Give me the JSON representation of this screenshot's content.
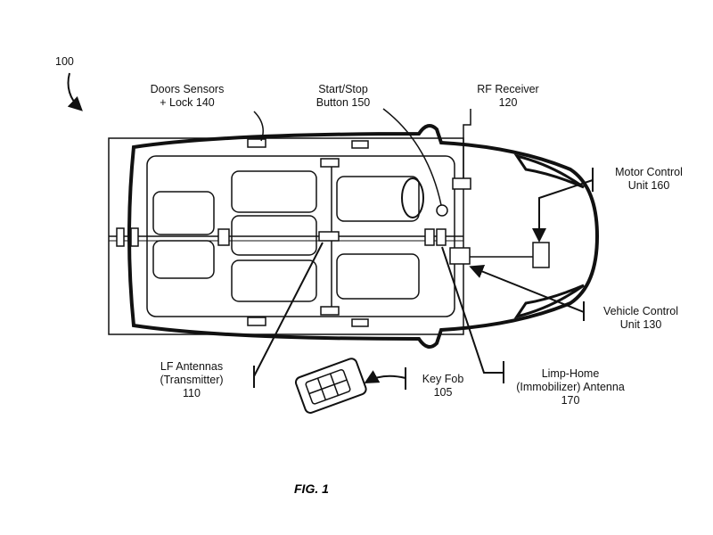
{
  "figure_ref": "100",
  "figure_caption": "FIG. 1",
  "labels": {
    "doors": {
      "line1": "Doors Sensors",
      "line2": "+ Lock 140"
    },
    "start_stop": {
      "line1": "Start/Stop",
      "line2": "Button 150"
    },
    "rf": {
      "line1": "RF Receiver",
      "line2": "120"
    },
    "motor": {
      "line1": "Motor Control",
      "line2": "Unit 160"
    },
    "vcu": {
      "line1": "Vehicle Control",
      "line2": "Unit 130"
    },
    "lf": {
      "line1": "LF Antennas",
      "line2": "(Transmitter)",
      "line3": "110"
    },
    "fob": {
      "line1": "Key Fob",
      "line2": "105"
    },
    "limp": {
      "line1": "Limp-Home",
      "line2": "(Immobilizer) Antenna",
      "line3": "170"
    }
  }
}
